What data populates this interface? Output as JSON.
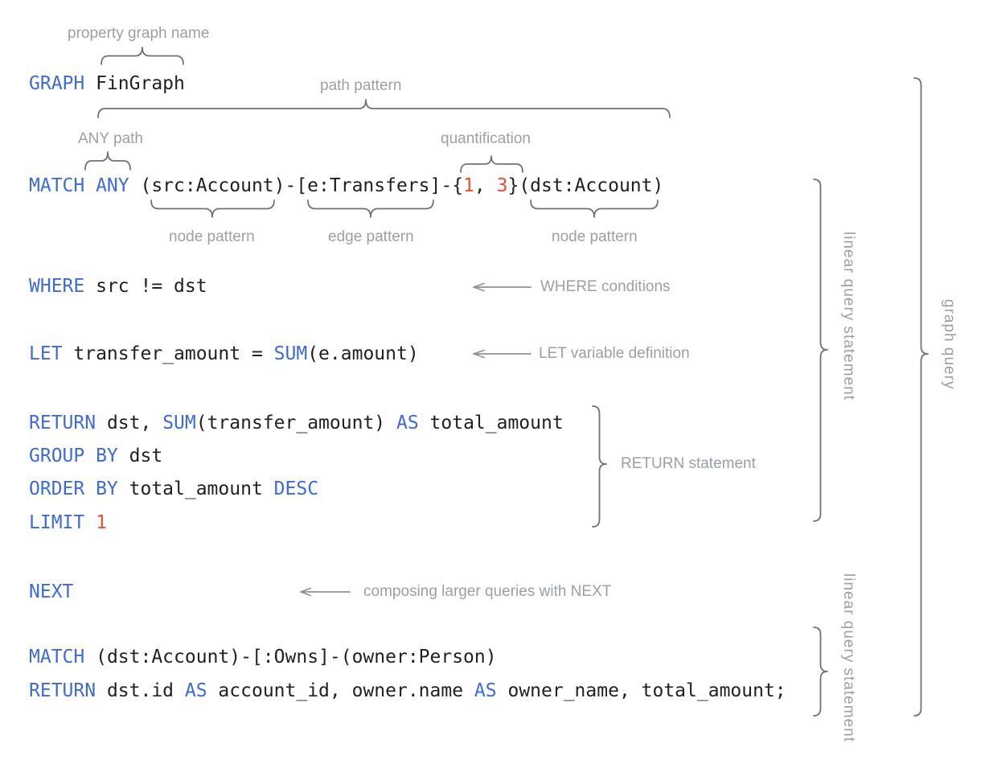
{
  "colors": {
    "background": "#FFFFFF",
    "code_text": "#202124",
    "keyword_blue": "#3C6BDB",
    "number_red": "#EB502D",
    "label_gray": "#9AA0A6",
    "brace_gray": "#6E7378",
    "arrow_gray": "#8E9398"
  },
  "annotations": {
    "property_graph_name": "property graph name",
    "path_pattern": "path pattern",
    "any_path": "ANY path",
    "quantification": "quantification",
    "node_pattern_left": "node pattern",
    "edge_pattern": "edge pattern",
    "node_pattern_right": "node pattern",
    "where_conditions": "WHERE conditions",
    "let_variable_definition": "LET variable definition",
    "return_statement": "RETURN statement",
    "composing_next": "composing larger queries with NEXT",
    "linear_query_statement_top": "linear query statement",
    "graph_query": "graph query",
    "linear_query_statement_bottom": "linear query statement"
  },
  "code": {
    "lines": [
      {
        "name": "graph",
        "tokens": [
          [
            "kw",
            "GRAPH"
          ],
          [
            "pl",
            " FinGraph"
          ]
        ]
      },
      {
        "name": "match-1",
        "tokens": [
          [
            "kw",
            "MATCH ANY"
          ],
          [
            "pl",
            " (src:Account)-[e:Transfers]-{"
          ],
          [
            "num",
            "1"
          ],
          [
            "pl",
            ", "
          ],
          [
            "num",
            "3"
          ],
          [
            "pl",
            "}(dst:Account)"
          ]
        ]
      },
      {
        "name": "where",
        "tokens": [
          [
            "kw",
            "WHERE"
          ],
          [
            "pl",
            " src != dst"
          ]
        ]
      },
      {
        "name": "let",
        "tokens": [
          [
            "kw",
            "LET"
          ],
          [
            "pl",
            " transfer_amount = "
          ],
          [
            "kw",
            "SUM"
          ],
          [
            "pl",
            "(e.amount)"
          ]
        ]
      },
      {
        "name": "return-1",
        "tokens": [
          [
            "kw",
            "RETURN"
          ],
          [
            "pl",
            " dst, "
          ],
          [
            "kw",
            "SUM"
          ],
          [
            "pl",
            "(transfer_amount) "
          ],
          [
            "kw",
            "AS"
          ],
          [
            "pl",
            " total_amount"
          ]
        ]
      },
      {
        "name": "group-by",
        "tokens": [
          [
            "kw",
            "GROUP BY"
          ],
          [
            "pl",
            " dst"
          ]
        ]
      },
      {
        "name": "order-by",
        "tokens": [
          [
            "kw",
            "ORDER BY"
          ],
          [
            "pl",
            " total_amount "
          ],
          [
            "kw",
            "DESC"
          ]
        ]
      },
      {
        "name": "limit",
        "tokens": [
          [
            "kw",
            "LIMIT"
          ],
          [
            "pl",
            " "
          ],
          [
            "num",
            "1"
          ]
        ]
      },
      {
        "name": "next",
        "tokens": [
          [
            "kw",
            "NEXT"
          ]
        ]
      },
      {
        "name": "match-2",
        "tokens": [
          [
            "kw",
            "MATCH"
          ],
          [
            "pl",
            " (dst:Account)-[:Owns]-(owner:Person)"
          ]
        ]
      },
      {
        "name": "return-2",
        "tokens": [
          [
            "kw",
            "RETURN"
          ],
          [
            "pl",
            " dst.id "
          ],
          [
            "kw",
            "AS"
          ],
          [
            "pl",
            " account_id, owner.name "
          ],
          [
            "kw",
            "AS"
          ],
          [
            "pl",
            " owner_name, total_amount;"
          ]
        ]
      }
    ]
  }
}
